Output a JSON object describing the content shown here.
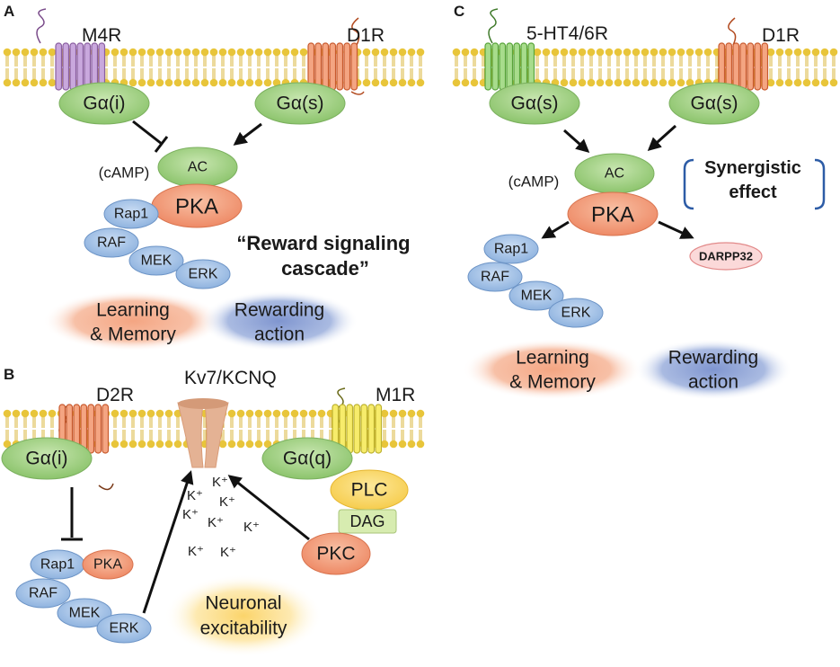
{
  "panels": {
    "a": {
      "letter": "A",
      "receptor_left": "M4R",
      "receptor_right": "D1R",
      "g_left": "Gα(i)",
      "g_right": "Gα(s)",
      "camp": "(cAMP)",
      "ac": "AC",
      "pka": "PKA",
      "cascade": [
        "Rap1",
        "RAF",
        "MEK",
        "ERK"
      ],
      "quote_line1": "“Reward signaling",
      "quote_line2": "cascade”",
      "outcome_left": [
        "Learning",
        "& Memory"
      ],
      "outcome_right": [
        "Rewarding",
        "action"
      ]
    },
    "b": {
      "letter": "B",
      "receptor_left": "D2R",
      "channel": "Kv7/KCNQ",
      "receptor_right": "M1R",
      "g_left": "Gα(i)",
      "g_right": "Gα(q)",
      "plc": "PLC",
      "dag": "DAG",
      "pkc": "PKC",
      "rap1": "Rap1",
      "pka": "PKA",
      "raf": "RAF",
      "mek": "MEK",
      "erk": "ERK",
      "k_ion": "K⁺",
      "outcome": [
        "Neuronal",
        "excitability"
      ]
    },
    "c": {
      "letter": "C",
      "receptor_left": "5-HT4/6R",
      "receptor_right": "D1R",
      "g_left": "Gα(s)",
      "g_right": "Gα(s)",
      "camp": "(cAMP)",
      "ac": "AC",
      "pka": "PKA",
      "synergy": [
        "Synergistic",
        "effect"
      ],
      "darpp": "DARPP32",
      "cascade": [
        "Rap1",
        "RAF",
        "MEK",
        "ERK"
      ],
      "outcome_left": [
        "Learning",
        "& Memory"
      ],
      "outcome_right": [
        "Rewarding",
        "action"
      ]
    }
  },
  "colors": {
    "membrane_bead": "#e8c53a",
    "membrane_tail": "#d9b43a",
    "g_protein": "#a6d18a",
    "pka": "#f2a07e",
    "kinase": "#a9c7ea",
    "learning": "#f4a582",
    "rewarding": "#8fa3d6",
    "plc": "#f9d867",
    "dag": "#d7ecb0",
    "darpp": "#fad6d6",
    "channel": "#e9b99c",
    "receptor_m4r": "#c9a8dd",
    "receptor_d1r": "#f4a582",
    "receptor_5ht": "#a8dc8c",
    "receptor_m1r": "#f7ec6b"
  }
}
